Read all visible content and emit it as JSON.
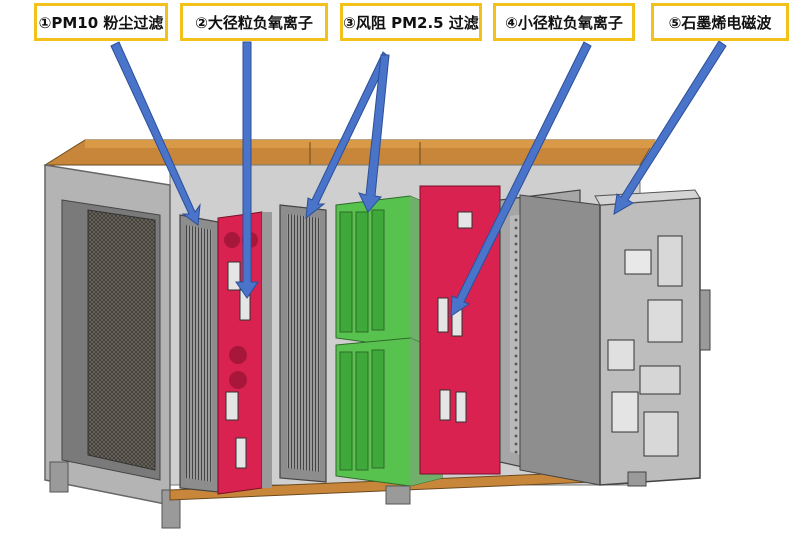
{
  "callouts": [
    {
      "id": "c1",
      "label": "①PM10 粉尘过滤"
    },
    {
      "id": "c2",
      "label": "②大径粒负氧离子"
    },
    {
      "id": "c3",
      "label": "③风阻 PM2.5 过滤"
    },
    {
      "id": "c4",
      "label": "④小径粒负氧离子"
    },
    {
      "id": "c5",
      "label": "⑤石墨烯电磁波"
    }
  ],
  "colors": {
    "callout_border": "#f2c21a",
    "arrow": "#4a74c9",
    "housing_top": "#c8863a",
    "frame_gray": "#8a8a8a",
    "ion_panel_red": "#d9224f",
    "filter_green": "#4cc94a"
  }
}
